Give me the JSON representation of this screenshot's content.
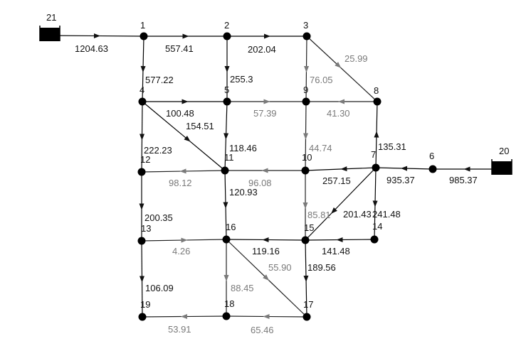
{
  "diagram": {
    "colors": {
      "dark": "#111111",
      "gray": "#7a7a7a",
      "background": "#ffffff"
    },
    "nodes": [
      {
        "id": "1",
        "kind": "junction"
      },
      {
        "id": "2",
        "kind": "junction"
      },
      {
        "id": "3",
        "kind": "junction"
      },
      {
        "id": "4",
        "kind": "junction"
      },
      {
        "id": "5",
        "kind": "junction"
      },
      {
        "id": "6",
        "kind": "junction"
      },
      {
        "id": "7",
        "kind": "junction"
      },
      {
        "id": "8",
        "kind": "junction"
      },
      {
        "id": "9",
        "kind": "junction"
      },
      {
        "id": "10",
        "kind": "junction"
      },
      {
        "id": "11",
        "kind": "junction"
      },
      {
        "id": "12",
        "kind": "junction"
      },
      {
        "id": "13",
        "kind": "junction"
      },
      {
        "id": "14",
        "kind": "junction"
      },
      {
        "id": "15",
        "kind": "junction"
      },
      {
        "id": "16",
        "kind": "junction"
      },
      {
        "id": "17",
        "kind": "junction"
      },
      {
        "id": "18",
        "kind": "junction"
      },
      {
        "id": "19",
        "kind": "junction"
      },
      {
        "id": "20",
        "kind": "reservoir"
      },
      {
        "id": "21",
        "kind": "reservoir"
      }
    ],
    "edges": [
      {
        "from": "21",
        "to": "1",
        "value": "1204.63",
        "tone": "dark"
      },
      {
        "from": "1",
        "to": "2",
        "value": "557.41",
        "tone": "dark"
      },
      {
        "from": "2",
        "to": "3",
        "value": "202.04",
        "tone": "dark"
      },
      {
        "from": "1",
        "to": "4",
        "value": "577.22",
        "tone": "dark"
      },
      {
        "from": "2",
        "to": "5",
        "value": "255.3",
        "tone": "dark"
      },
      {
        "from": "3",
        "to": "9",
        "value": "76.05",
        "tone": "gray"
      },
      {
        "from": "3",
        "to": "8",
        "value": "25.99",
        "tone": "gray"
      },
      {
        "from": "4",
        "to": "5",
        "value": "100.48",
        "tone": "dark"
      },
      {
        "from": "5",
        "to": "9",
        "value": "57.39",
        "tone": "gray"
      },
      {
        "from": "8",
        "to": "9",
        "value": "41.30",
        "tone": "gray"
      },
      {
        "from": "4",
        "to": "11",
        "value": "154.51",
        "tone": "dark"
      },
      {
        "from": "4",
        "to": "12",
        "value": "222.23",
        "tone": "dark"
      },
      {
        "from": "5",
        "to": "11",
        "value": "118.46",
        "tone": "dark"
      },
      {
        "from": "9",
        "to": "10",
        "value": "44.74",
        "tone": "gray"
      },
      {
        "from": "7",
        "to": "8",
        "value": "135.31",
        "tone": "dark"
      },
      {
        "from": "6",
        "to": "7",
        "value": "935.37",
        "tone": "dark"
      },
      {
        "from": "20",
        "to": "6",
        "value": "985.37",
        "tone": "dark"
      },
      {
        "from": "11",
        "to": "12",
        "value": "98.12",
        "tone": "gray"
      },
      {
        "from": "10",
        "to": "11",
        "value": "96.08",
        "tone": "gray"
      },
      {
        "from": "7",
        "to": "10",
        "value": "257.15",
        "tone": "dark"
      },
      {
        "from": "11",
        "to": "16",
        "value": "120.93",
        "tone": "dark"
      },
      {
        "from": "10",
        "to": "15",
        "value": "85.81",
        "tone": "gray"
      },
      {
        "from": "7",
        "to": "15",
        "value": "201.43",
        "tone": "dark"
      },
      {
        "from": "7",
        "to": "14",
        "value": "241.48",
        "tone": "dark"
      },
      {
        "from": "12",
        "to": "13",
        "value": "200.35",
        "tone": "dark"
      },
      {
        "from": "13",
        "to": "16",
        "value": "4.26",
        "tone": "gray"
      },
      {
        "from": "15",
        "to": "16",
        "value": "119.16",
        "tone": "dark"
      },
      {
        "from": "14",
        "to": "15",
        "value": "141.48",
        "tone": "dark"
      },
      {
        "from": "16",
        "to": "17",
        "value": "55.90",
        "tone": "gray"
      },
      {
        "from": "15",
        "to": "17",
        "value": "189.56",
        "tone": "dark"
      },
      {
        "from": "13",
        "to": "19",
        "value": "106.09",
        "tone": "dark"
      },
      {
        "from": "16",
        "to": "18",
        "value": "88.45",
        "tone": "gray"
      },
      {
        "from": "18",
        "to": "19",
        "value": "53.91",
        "tone": "gray"
      },
      {
        "from": "17",
        "to": "18",
        "value": "65.46",
        "tone": "gray"
      }
    ]
  }
}
